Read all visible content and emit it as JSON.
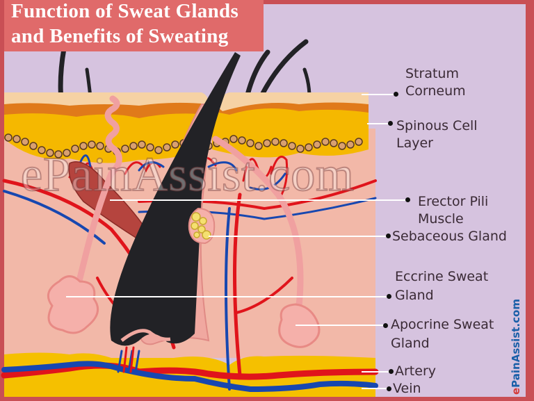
{
  "title": {
    "line1": "Function of Sweat Glands",
    "line2": "and Benefits of Sweating"
  },
  "labels": [
    {
      "id": "stratum-corneum",
      "lines": [
        "Stratum",
        "Corneum"
      ]
    },
    {
      "id": "spinous-cell-layer",
      "lines": [
        "Spinous Cell",
        "Layer"
      ]
    },
    {
      "id": "erector-pili-muscle",
      "lines": [
        "Erector Pili",
        "Muscle"
      ]
    },
    {
      "id": "sebaceous-gland",
      "lines": [
        "Sebaceous Gland"
      ]
    },
    {
      "id": "eccrine-sweat-gland",
      "lines": [
        "Eccrine Sweat",
        "Gland"
      ]
    },
    {
      "id": "apocrine-sweat-gland",
      "lines": [
        "Apocrine Sweat",
        "Gland"
      ]
    },
    {
      "id": "artery",
      "lines": [
        "Artery"
      ]
    },
    {
      "id": "vein",
      "lines": [
        "Vein"
      ]
    }
  ],
  "watermark": "ePainAssist.com",
  "brand": {
    "e": "e",
    "rest": "PainAssist.com"
  },
  "colors": {
    "frame": "#c94f55",
    "title_bg": "#e06a6a",
    "background": "#d6c3df",
    "dermis": "#f2b8a8",
    "epidermis_yellow": "#f5b800",
    "stratum_corneum": "#f6d2a4",
    "artery": "#e0141b",
    "vein": "#1747b0",
    "hair": "#222226"
  }
}
